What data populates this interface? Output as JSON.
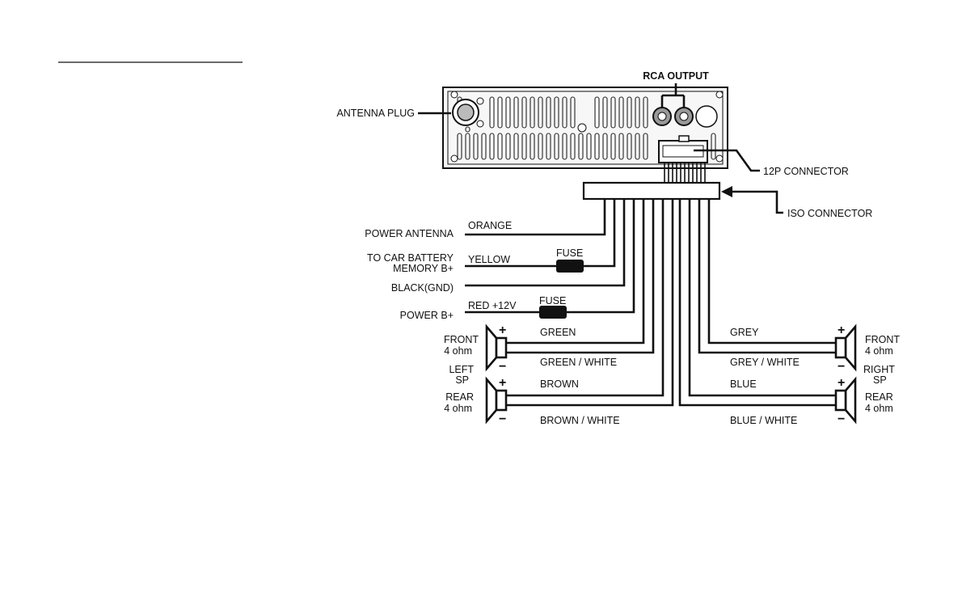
{
  "labels": {
    "antenna_plug": "ANTENNA PLUG",
    "rca_output": "RCA OUTPUT",
    "connector_12p": "12P CONNECTOR",
    "iso_connector": "ISO CONNECTOR",
    "power_antenna": "POWER ANTENNA",
    "orange": "ORANGE",
    "car_battery_1": "TO CAR BATTERY",
    "car_battery_2": "MEMORY B+",
    "yellow": "YELLOW",
    "fuse_1": "FUSE",
    "black_gnd": "BLACK(GND)",
    "power_b": "POWER B+",
    "red_12v": "RED +12V",
    "fuse_2": "FUSE",
    "front_left_1": "FRONT",
    "front_left_2": "4 ohm",
    "left_sp_1": "LEFT",
    "left_sp_2": "SP",
    "rear_left_1": "REAR",
    "rear_left_2": "4 ohm",
    "green": "GREEN",
    "green_white": "GREEN / WHITE",
    "brown": "BROWN",
    "brown_white": "BROWN / WHITE",
    "grey": "GREY",
    "grey_white": "GREY / WHITE",
    "blue": "BLUE",
    "blue_white": "BLUE / WHITE",
    "front_right_1": "FRONT",
    "front_right_2": "4 ohm",
    "right_sp_1": "RIGHT",
    "right_sp_2": "SP",
    "rear_right_1": "REAR",
    "rear_right_2": "4 ohm"
  }
}
